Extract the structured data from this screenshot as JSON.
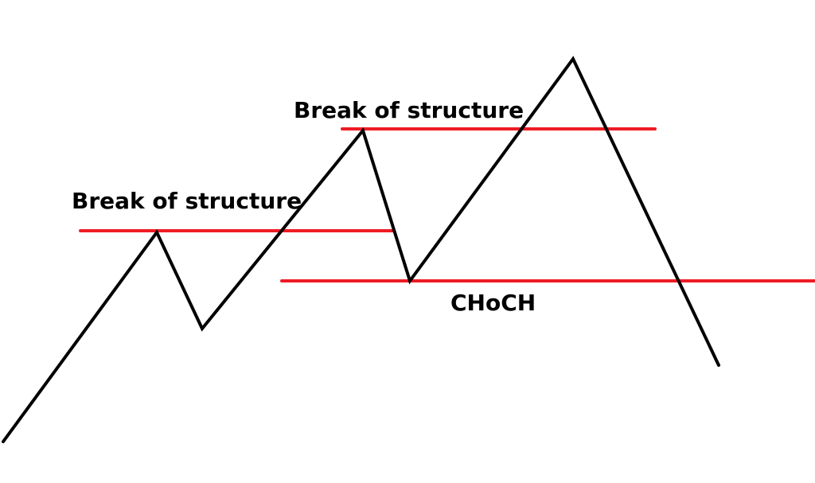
{
  "diagram": {
    "labels": {
      "bos_lower": "Break of structure",
      "bos_upper": "Break of structure",
      "choch": "CHoCH"
    },
    "colors": {
      "price_line": "#000000",
      "level_line": "#ee1c24",
      "text": "#000000",
      "background": "#ffffff"
    }
  }
}
